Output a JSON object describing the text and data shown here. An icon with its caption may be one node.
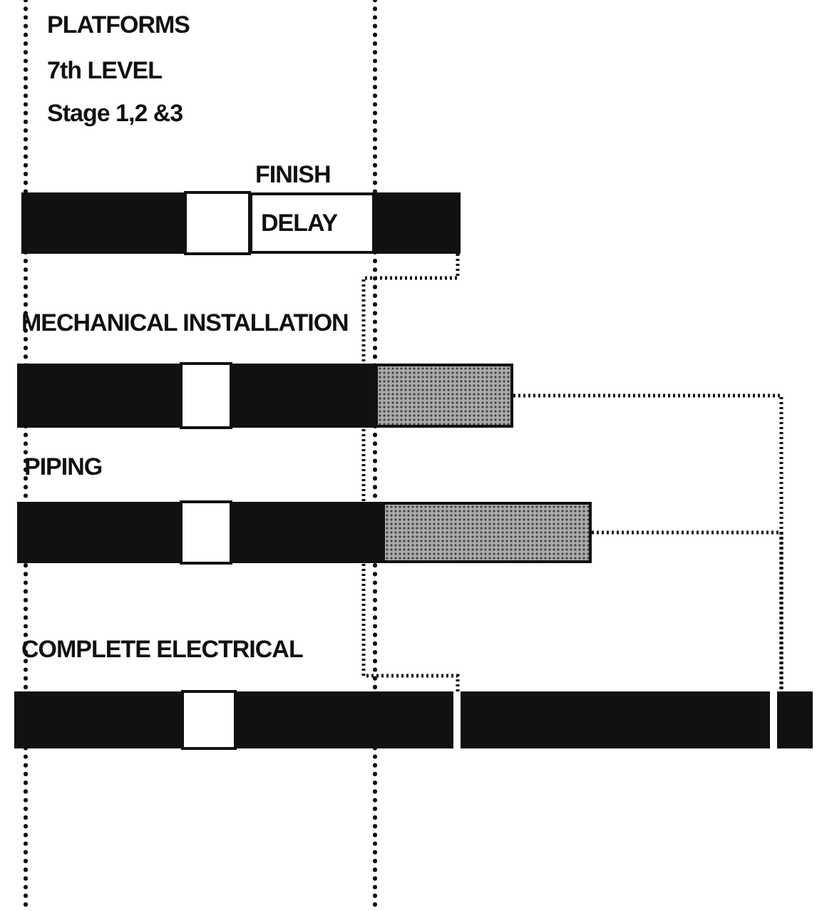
{
  "diagram": {
    "nodes": [
      {
        "text": [
          "DELAY"
        ],
        "beside": [
          "FINISH"
        ]
      },
      {
        "text": [],
        "shape": "bar"
      },
      {
        "text": [],
        "shape": "box"
      },
      {
        "text": [],
        "shape": "box"
      },
      {
        "text": [],
        "shape": "bar"
      },
      {
        "text": [],
        "shape": "bar"
      }
    ],
    "edges": [
      {
        "from": 1,
        "to": 4,
        "arrow": "none"
      },
      {
        "from": 2,
        "to": 5,
        "arrow": "none"
      },
      {
        "from": 3,
        "to": 5,
        "arrow": "none"
      }
    ],
    "labels": [
      "PLATFORMS",
      "7th LEVEL",
      "Stage 1,2 &3",
      "MECHANICAL INSTALLATION",
      "PIPING",
      "COMPLETE ELECTRICAL"
    ]
  }
}
